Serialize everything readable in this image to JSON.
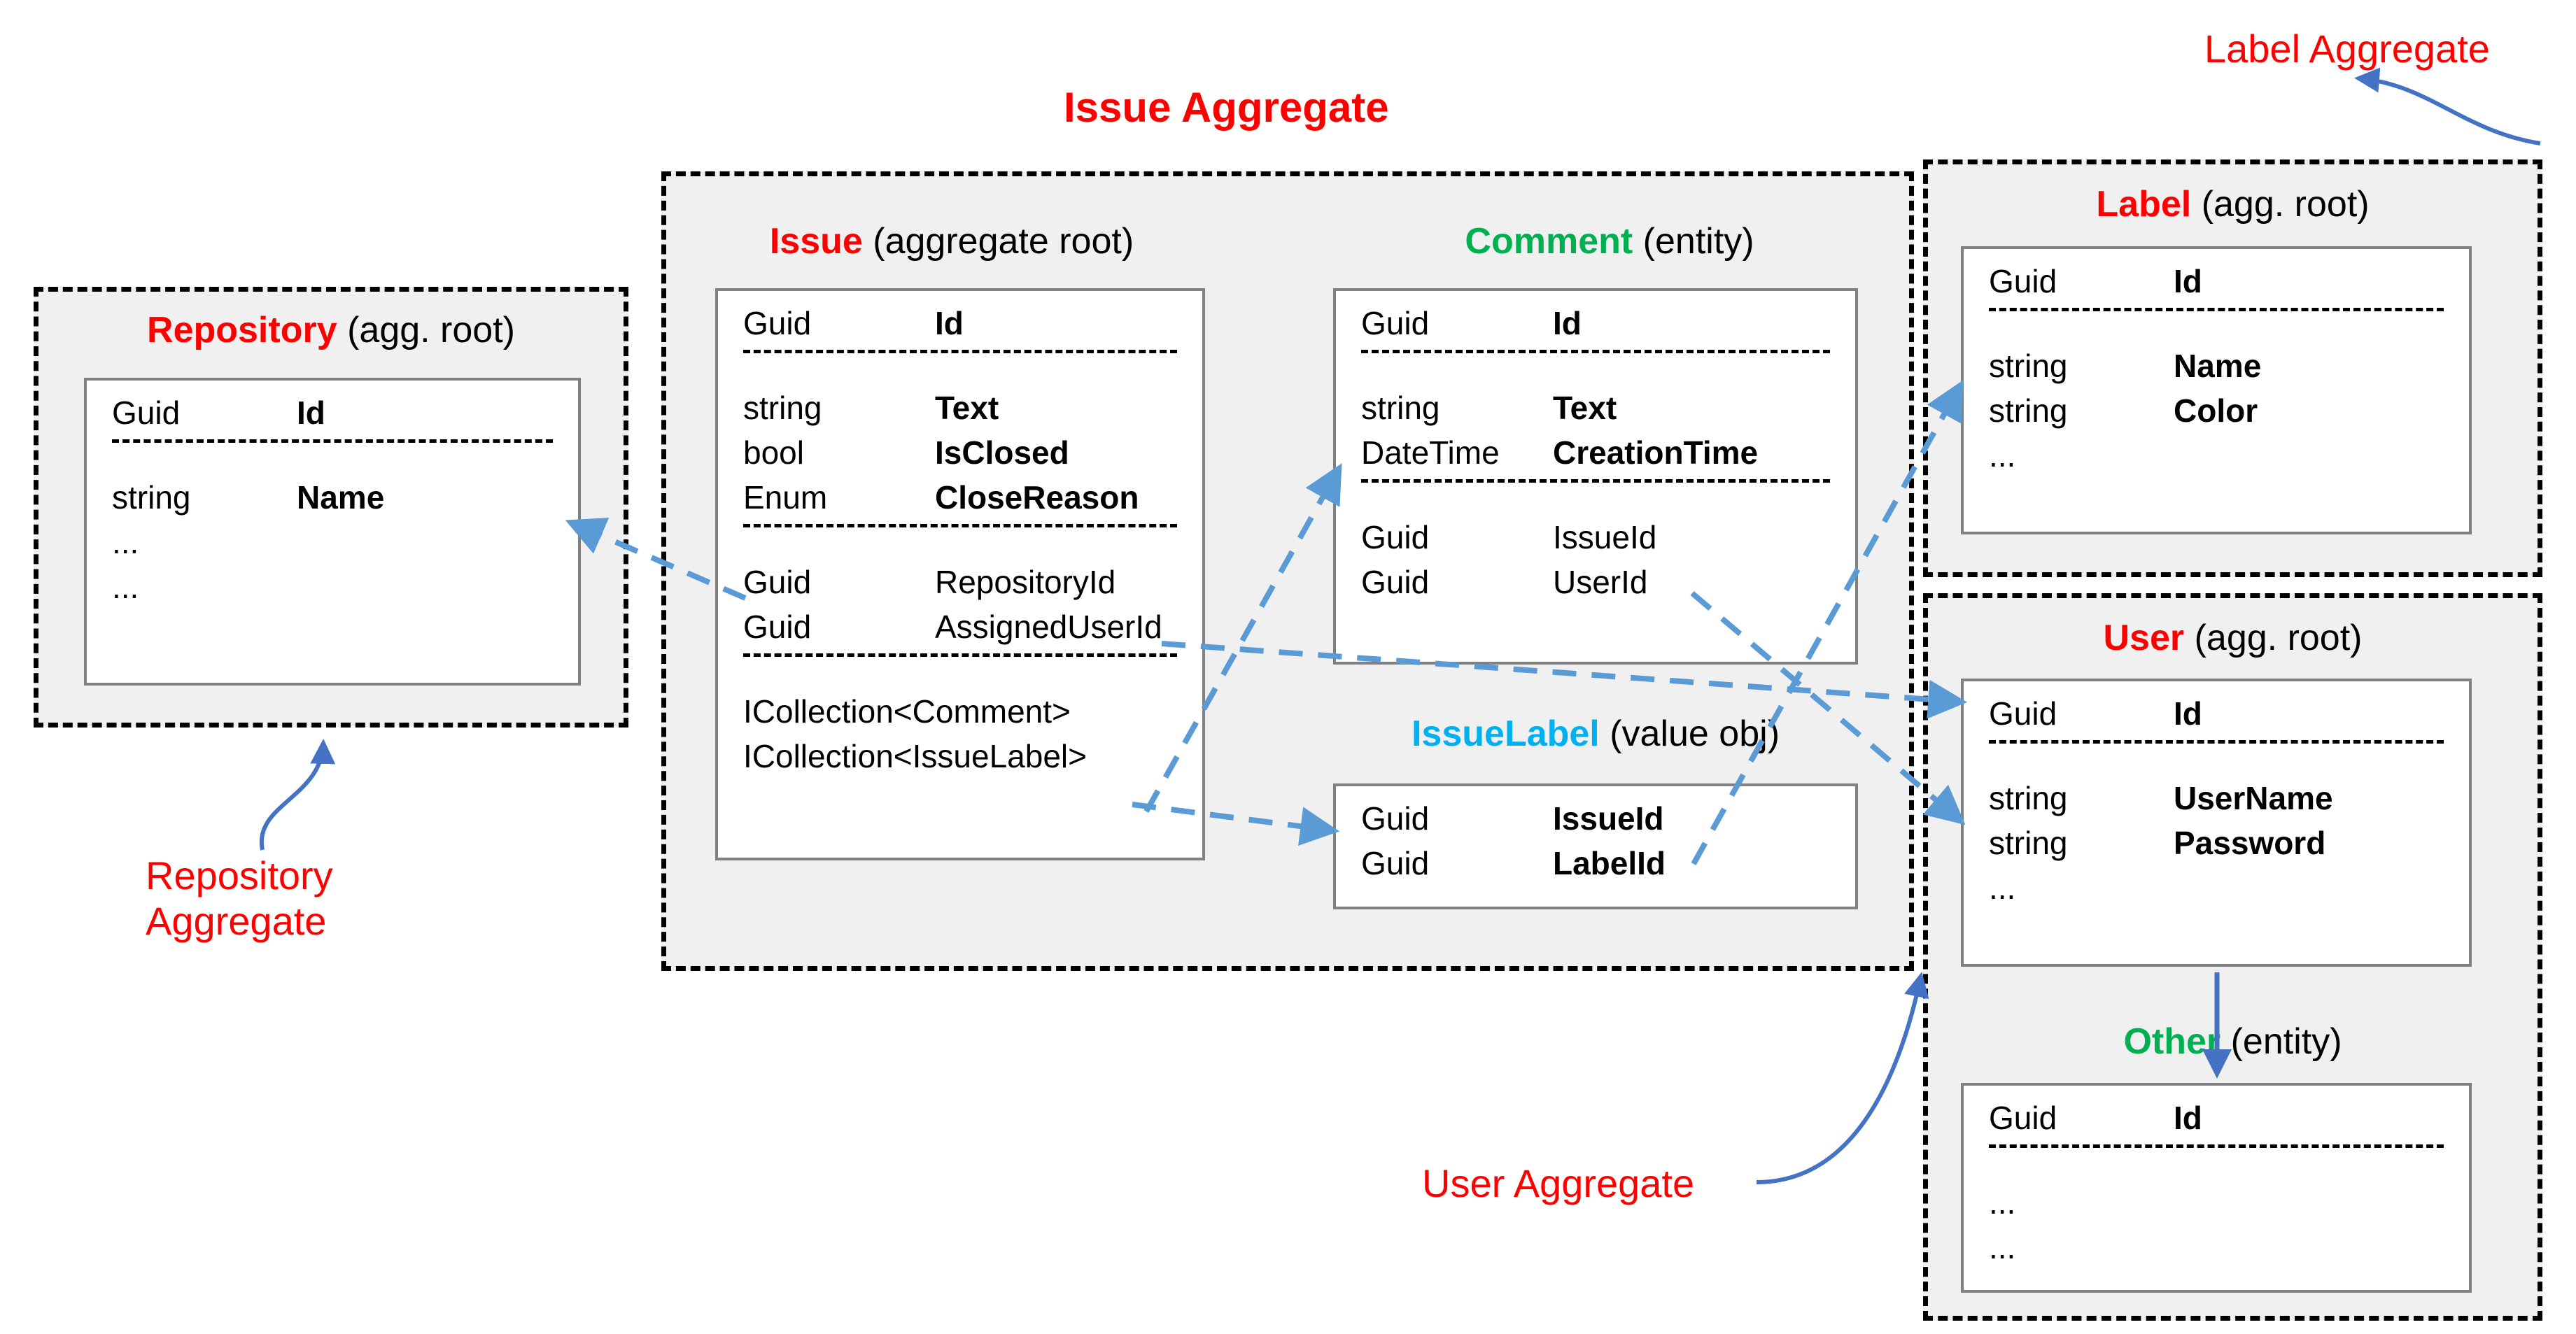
{
  "diagram": {
    "title": "Issue Aggregate",
    "colors": {
      "accent_red": "#FF0000",
      "entity_green": "#00B050",
      "value_object_cyan": "#00B0F0",
      "arrow_blue": "#4472C4",
      "reference_arrow_blue": "#5B9BD5",
      "aggregate_fill": "#F0F0F0",
      "box_border": "#808080",
      "dashed_border": "#000000"
    }
  },
  "aggregates": [
    {
      "id": "repository",
      "callout": "Repository\nAggregate",
      "callout_line1": "Repository",
      "callout_line2": "Aggregate"
    },
    {
      "id": "issue",
      "callout": "Issue Aggregate"
    },
    {
      "id": "label",
      "callout": "Label Aggregate"
    },
    {
      "id": "user",
      "callout": "User Aggregate"
    }
  ],
  "entities": {
    "repository": {
      "name": "Repository",
      "kind": "(agg. root)",
      "name_color": "red",
      "rows": [
        {
          "type": "Guid",
          "member": "Id",
          "bold": true
        },
        {
          "separator": true
        },
        {
          "type": "string",
          "member": "Name",
          "bold": true
        },
        {
          "dots": "..."
        },
        {
          "dots": "..."
        }
      ]
    },
    "issue": {
      "name": "Issue",
      "kind": "(aggregate root)",
      "name_color": "red",
      "rows": [
        {
          "type": "Guid",
          "member": "Id",
          "bold": true
        },
        {
          "separator": true
        },
        {
          "type": "string",
          "member": "Text",
          "bold": true
        },
        {
          "type": "bool",
          "member": "IsClosed",
          "bold": true
        },
        {
          "type": "Enum",
          "member": "CloseReason",
          "bold": true
        },
        {
          "separator": true
        },
        {
          "type": "Guid",
          "member": "RepositoryId",
          "bold": false
        },
        {
          "type": "Guid",
          "member": "AssignedUserId",
          "bold": false
        },
        {
          "separator": true
        },
        {
          "wide": "ICollection<Comment>"
        },
        {
          "wide": "ICollection<IssueLabel>"
        }
      ]
    },
    "comment": {
      "name": "Comment",
      "kind": "(entity)",
      "name_color": "green",
      "rows": [
        {
          "type": "Guid",
          "member": "Id",
          "bold": true
        },
        {
          "separator": true
        },
        {
          "type": "string",
          "member": "Text",
          "bold": true
        },
        {
          "type": "DateTime",
          "member": "CreationTime",
          "bold": true
        },
        {
          "separator": true
        },
        {
          "type": "Guid",
          "member": "IssueId",
          "bold": false
        },
        {
          "type": "Guid",
          "member": "UserId",
          "bold": false
        }
      ]
    },
    "issuelabel": {
      "name": "IssueLabel",
      "kind": "(value obj)",
      "name_color": "cyan",
      "rows": [
        {
          "type": "Guid",
          "member": "IssueId",
          "bold": true
        },
        {
          "type": "Guid",
          "member": "LabelId",
          "bold": true
        }
      ]
    },
    "label": {
      "name": "Label",
      "kind": "(agg. root)",
      "name_color": "red",
      "rows": [
        {
          "type": "Guid",
          "member": "Id",
          "bold": true
        },
        {
          "separator": true
        },
        {
          "type": "string",
          "member": "Name",
          "bold": true
        },
        {
          "type": "string",
          "member": "Color",
          "bold": true
        },
        {
          "dots": "..."
        }
      ]
    },
    "user": {
      "name": "User",
      "kind": "(agg. root)",
      "name_color": "red",
      "rows": [
        {
          "type": "Guid",
          "member": "Id",
          "bold": true
        },
        {
          "separator": true
        },
        {
          "type": "string",
          "member": "UserName",
          "bold": true
        },
        {
          "type": "string",
          "member": "Password",
          "bold": true
        },
        {
          "dots": "..."
        }
      ]
    },
    "other": {
      "name": "Other",
      "kind": "(entity)",
      "name_color": "green",
      "rows": [
        {
          "type": "Guid",
          "member": "Id",
          "bold": true
        },
        {
          "separator": true
        },
        {
          "dots": "..."
        },
        {
          "dots": "..."
        }
      ]
    }
  },
  "labels": {
    "repository_name": "Repository",
    "repository_kind": "(agg. root)",
    "issue_name": "Issue",
    "issue_kind": "(aggregate root)",
    "comment_name": "Comment",
    "comment_kind": "(entity)",
    "issuelabel_name": "IssueLabel",
    "issuelabel_kind": "(value obj)",
    "label_name": "Label",
    "label_kind": "(agg. root)",
    "user_name": "User",
    "user_kind": "(agg. root)",
    "other_name": "Other",
    "other_kind": "(entity)",
    "title_issue_aggregate": "Issue Aggregate",
    "callout_label_aggregate": "Label Aggregate",
    "callout_repository_aggregate_l1": "Repository",
    "callout_repository_aggregate_l2": "Aggregate",
    "callout_user_aggregate": "User Aggregate"
  },
  "rows": {
    "repository": [
      {
        "type": "Guid",
        "member": "Id",
        "bold": true
      },
      {
        "type": "string",
        "member": "Name",
        "bold": true
      }
    ],
    "issue": [
      {
        "type": "Guid",
        "member": "Id",
        "bold": true
      },
      {
        "type": "string",
        "member": "Text",
        "bold": true
      },
      {
        "type": "bool",
        "member": "IsClosed",
        "bold": true
      },
      {
        "type": "Enum",
        "member": "CloseReason",
        "bold": true
      },
      {
        "type": "Guid",
        "member": "RepositoryId",
        "bold": false
      },
      {
        "type": "Guid",
        "member": "AssignedUserId",
        "bold": false
      },
      {
        "type": "",
        "member": "ICollection<Comment>",
        "bold": false
      },
      {
        "type": "",
        "member": "ICollection<IssueLabel>",
        "bold": false
      }
    ],
    "comment": [
      {
        "type": "Guid",
        "member": "Id",
        "bold": true
      },
      {
        "type": "string",
        "member": "Text",
        "bold": true
      },
      {
        "type": "DateTime",
        "member": "CreationTime",
        "bold": true
      },
      {
        "type": "Guid",
        "member": "IssueId",
        "bold": false
      },
      {
        "type": "Guid",
        "member": "UserId",
        "bold": false
      }
    ],
    "issuelabel": [
      {
        "type": "Guid",
        "member": "IssueId",
        "bold": true
      },
      {
        "type": "Guid",
        "member": "LabelId",
        "bold": true
      }
    ],
    "label": [
      {
        "type": "Guid",
        "member": "Id",
        "bold": true
      },
      {
        "type": "string",
        "member": "Name",
        "bold": true
      },
      {
        "type": "string",
        "member": "Color",
        "bold": true
      }
    ],
    "user": [
      {
        "type": "Guid",
        "member": "Id",
        "bold": true
      },
      {
        "type": "string",
        "member": "UserName",
        "bold": true
      },
      {
        "type": "string",
        "member": "Password",
        "bold": true
      }
    ],
    "other": [
      {
        "type": "Guid",
        "member": "Id",
        "bold": true
      }
    ]
  },
  "ellipsis": "...",
  "relations": [
    {
      "from": "issue.RepositoryId",
      "to": "repository",
      "style": "dashed"
    },
    {
      "from": "issue.ICollection<Comment>",
      "to": "comment",
      "style": "dashed"
    },
    {
      "from": "issue.ICollection<IssueLabel>",
      "to": "issuelabel",
      "style": "dashed"
    },
    {
      "from": "issue.AssignedUserId",
      "to": "user",
      "style": "dashed"
    },
    {
      "from": "comment.UserId",
      "to": "user",
      "style": "dashed"
    },
    {
      "from": "issuelabel.LabelId",
      "to": "label",
      "style": "dashed"
    },
    {
      "from": "user",
      "to": "other",
      "style": "solid"
    }
  ]
}
